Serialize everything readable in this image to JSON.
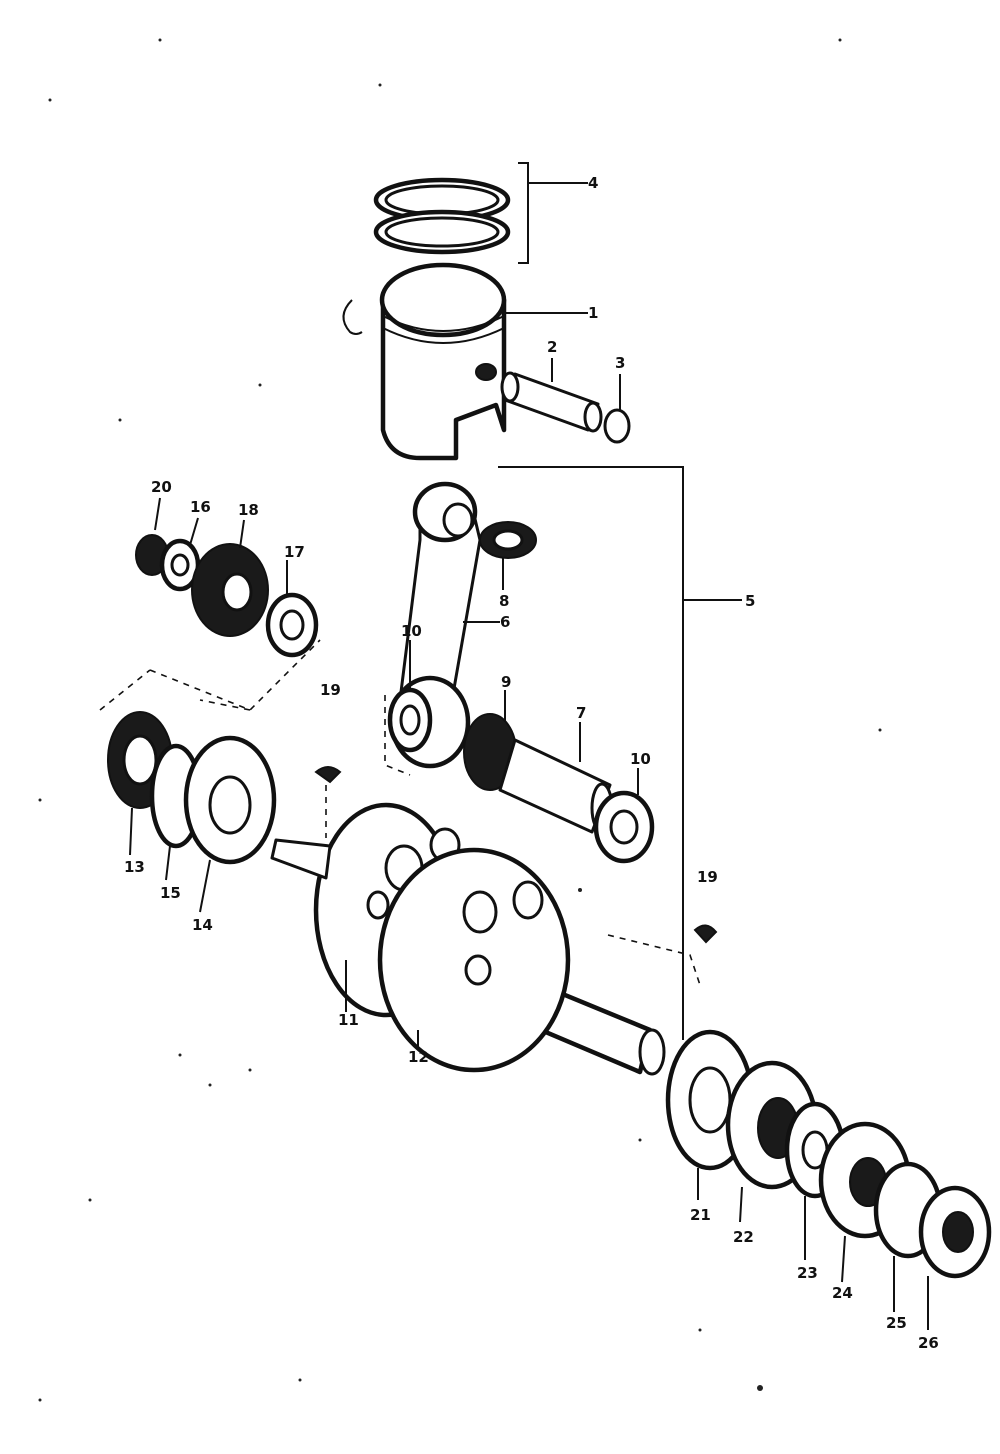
{
  "callouts": {
    "c1": "1",
    "c2": "2",
    "c3": "3",
    "c4": "4",
    "c5": "5",
    "c6": "6",
    "c7": "7",
    "c8": "8",
    "c9": "9",
    "c10": "10",
    "c11": "11",
    "c12": "12",
    "c13": "13",
    "c14": "14",
    "c15": "15",
    "c16": "16",
    "c17": "17",
    "c18": "18",
    "c19a": "19",
    "c19b": "19",
    "c20": "20",
    "c21": "21",
    "c22": "22",
    "c23": "23",
    "c24": "24",
    "c25": "25",
    "c26": "26"
  }
}
